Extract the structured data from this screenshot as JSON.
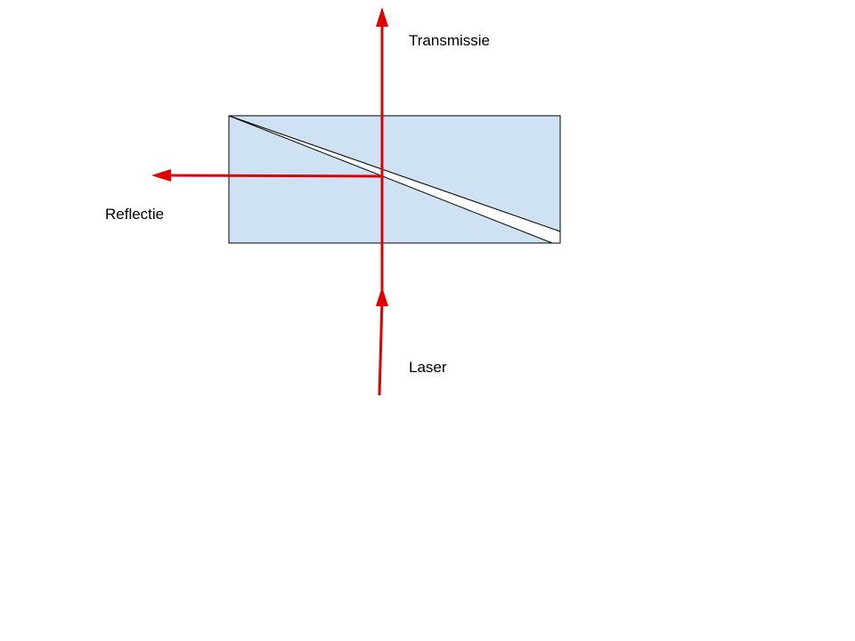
{
  "labels": {
    "transmission": "Transmissie",
    "reflection": "Reflectie",
    "laser": "Laser"
  },
  "colors": {
    "beam": "#e00000",
    "prism_fill": "#cfe2f3",
    "prism_stroke": "#000000",
    "gap_fill": "#ffffff",
    "text": "#000000"
  }
}
